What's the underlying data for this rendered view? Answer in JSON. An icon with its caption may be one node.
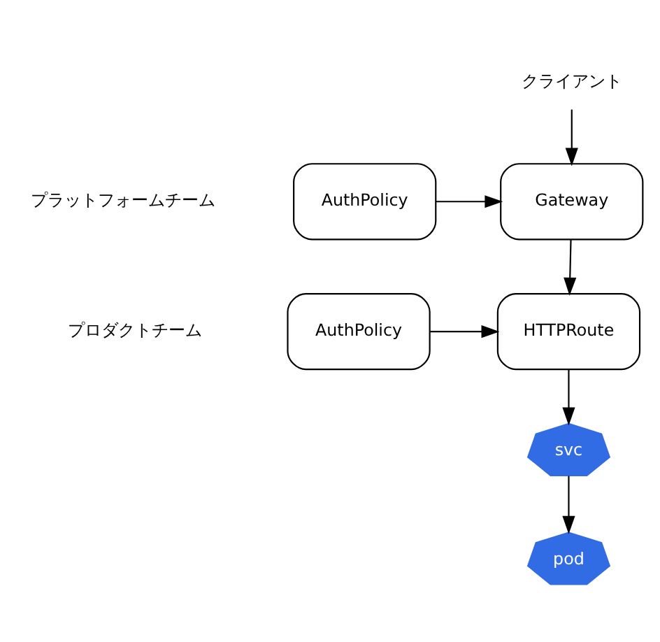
{
  "diagram": {
    "nodes": [
      {
        "text": [
          "クライアント"
        ]
      },
      {
        "text": [
          "AuthPolicy"
        ]
      },
      {
        "text": [
          "Gateway"
        ]
      },
      {
        "text": [
          "AuthPolicy"
        ]
      },
      {
        "text": [
          "HTTPRoute"
        ]
      },
      {
        "text": [
          "svc"
        ]
      },
      {
        "text": [
          "pod"
        ]
      }
    ],
    "edges": [
      {
        "from": 0,
        "to": 2,
        "arrow": "to"
      },
      {
        "from": 1,
        "to": 2,
        "arrow": "to"
      },
      {
        "from": 2,
        "to": 4,
        "arrow": "to"
      },
      {
        "from": 3,
        "to": 4,
        "arrow": "to"
      },
      {
        "from": 4,
        "to": 5,
        "arrow": "to"
      },
      {
        "from": 5,
        "to": 6,
        "arrow": "to"
      }
    ],
    "labels": [
      "プラットフォームチーム",
      "プロダクトチーム"
    ]
  }
}
